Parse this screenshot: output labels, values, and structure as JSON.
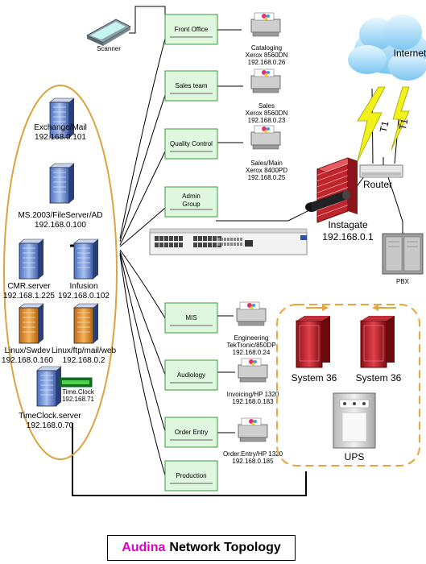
{
  "title": {
    "accent": "Audina",
    "rest": "Network Topology"
  },
  "scanner": {
    "label": "Scanner"
  },
  "departments": [
    "Front Office",
    "Sales team",
    "Quality Control",
    "Admin Group",
    "MIS",
    "Audiology",
    "Order Entry",
    "Production"
  ],
  "printers": [
    {
      "lines": [
        "Cataloging",
        "Xerox 8560DN",
        "192.168.0.26"
      ]
    },
    {
      "lines": [
        "Sales",
        "Xerox 8560DN",
        "192.168.0.23"
      ]
    },
    {
      "lines": [
        "Sales/Main",
        "Xerox 8400PD",
        "192.168.0.25"
      ]
    },
    {
      "lines": [
        "Engineering",
        "TekTronic/850DP",
        "192.168.0.24"
      ]
    },
    {
      "lines": [
        "Invoicing/HP 1320",
        "192.168.0.183"
      ]
    },
    {
      "lines": [
        "Order.Entry/HP 1320",
        "192.168.0.185"
      ]
    }
  ],
  "servers": {
    "exchange": [
      "Exchange/Mail",
      "192.168.0.101"
    ],
    "fileserver": [
      "MS.2003/FileServer/AD",
      "192.168.0.100"
    ],
    "cmr": [
      "CMR.server",
      "192.168.1.225"
    ],
    "infusion": [
      "Infusion",
      "192.168.0.102"
    ],
    "swdev": [
      "Linux/Swdev",
      "192.168.0.160"
    ],
    "ftpmail": [
      "Linux/ftp/mail/web",
      "192.168.0.2"
    ],
    "timeclock_device": [
      "Time.Clock",
      "192.168.71"
    ],
    "timeclock_server": [
      "TimeClock.server",
      "192.168.0.70"
    ]
  },
  "network": {
    "internet": "Internet",
    "t1_a": "T1",
    "t1_b": "T1",
    "router": "Router",
    "firewall": [
      "Instagate",
      "192.168.0.1"
    ],
    "pbx": "PBX"
  },
  "legacy": {
    "system_a": "System 36",
    "system_b": "System 36",
    "ups": "UPS"
  },
  "colors": {
    "ellipse": "#d9a441",
    "accent": "#e000c8",
    "dept_fill": "#dff7df",
    "dept_border": "#3a9a3a",
    "firewall": "#c0242c",
    "lightning": "#f2f21a"
  }
}
